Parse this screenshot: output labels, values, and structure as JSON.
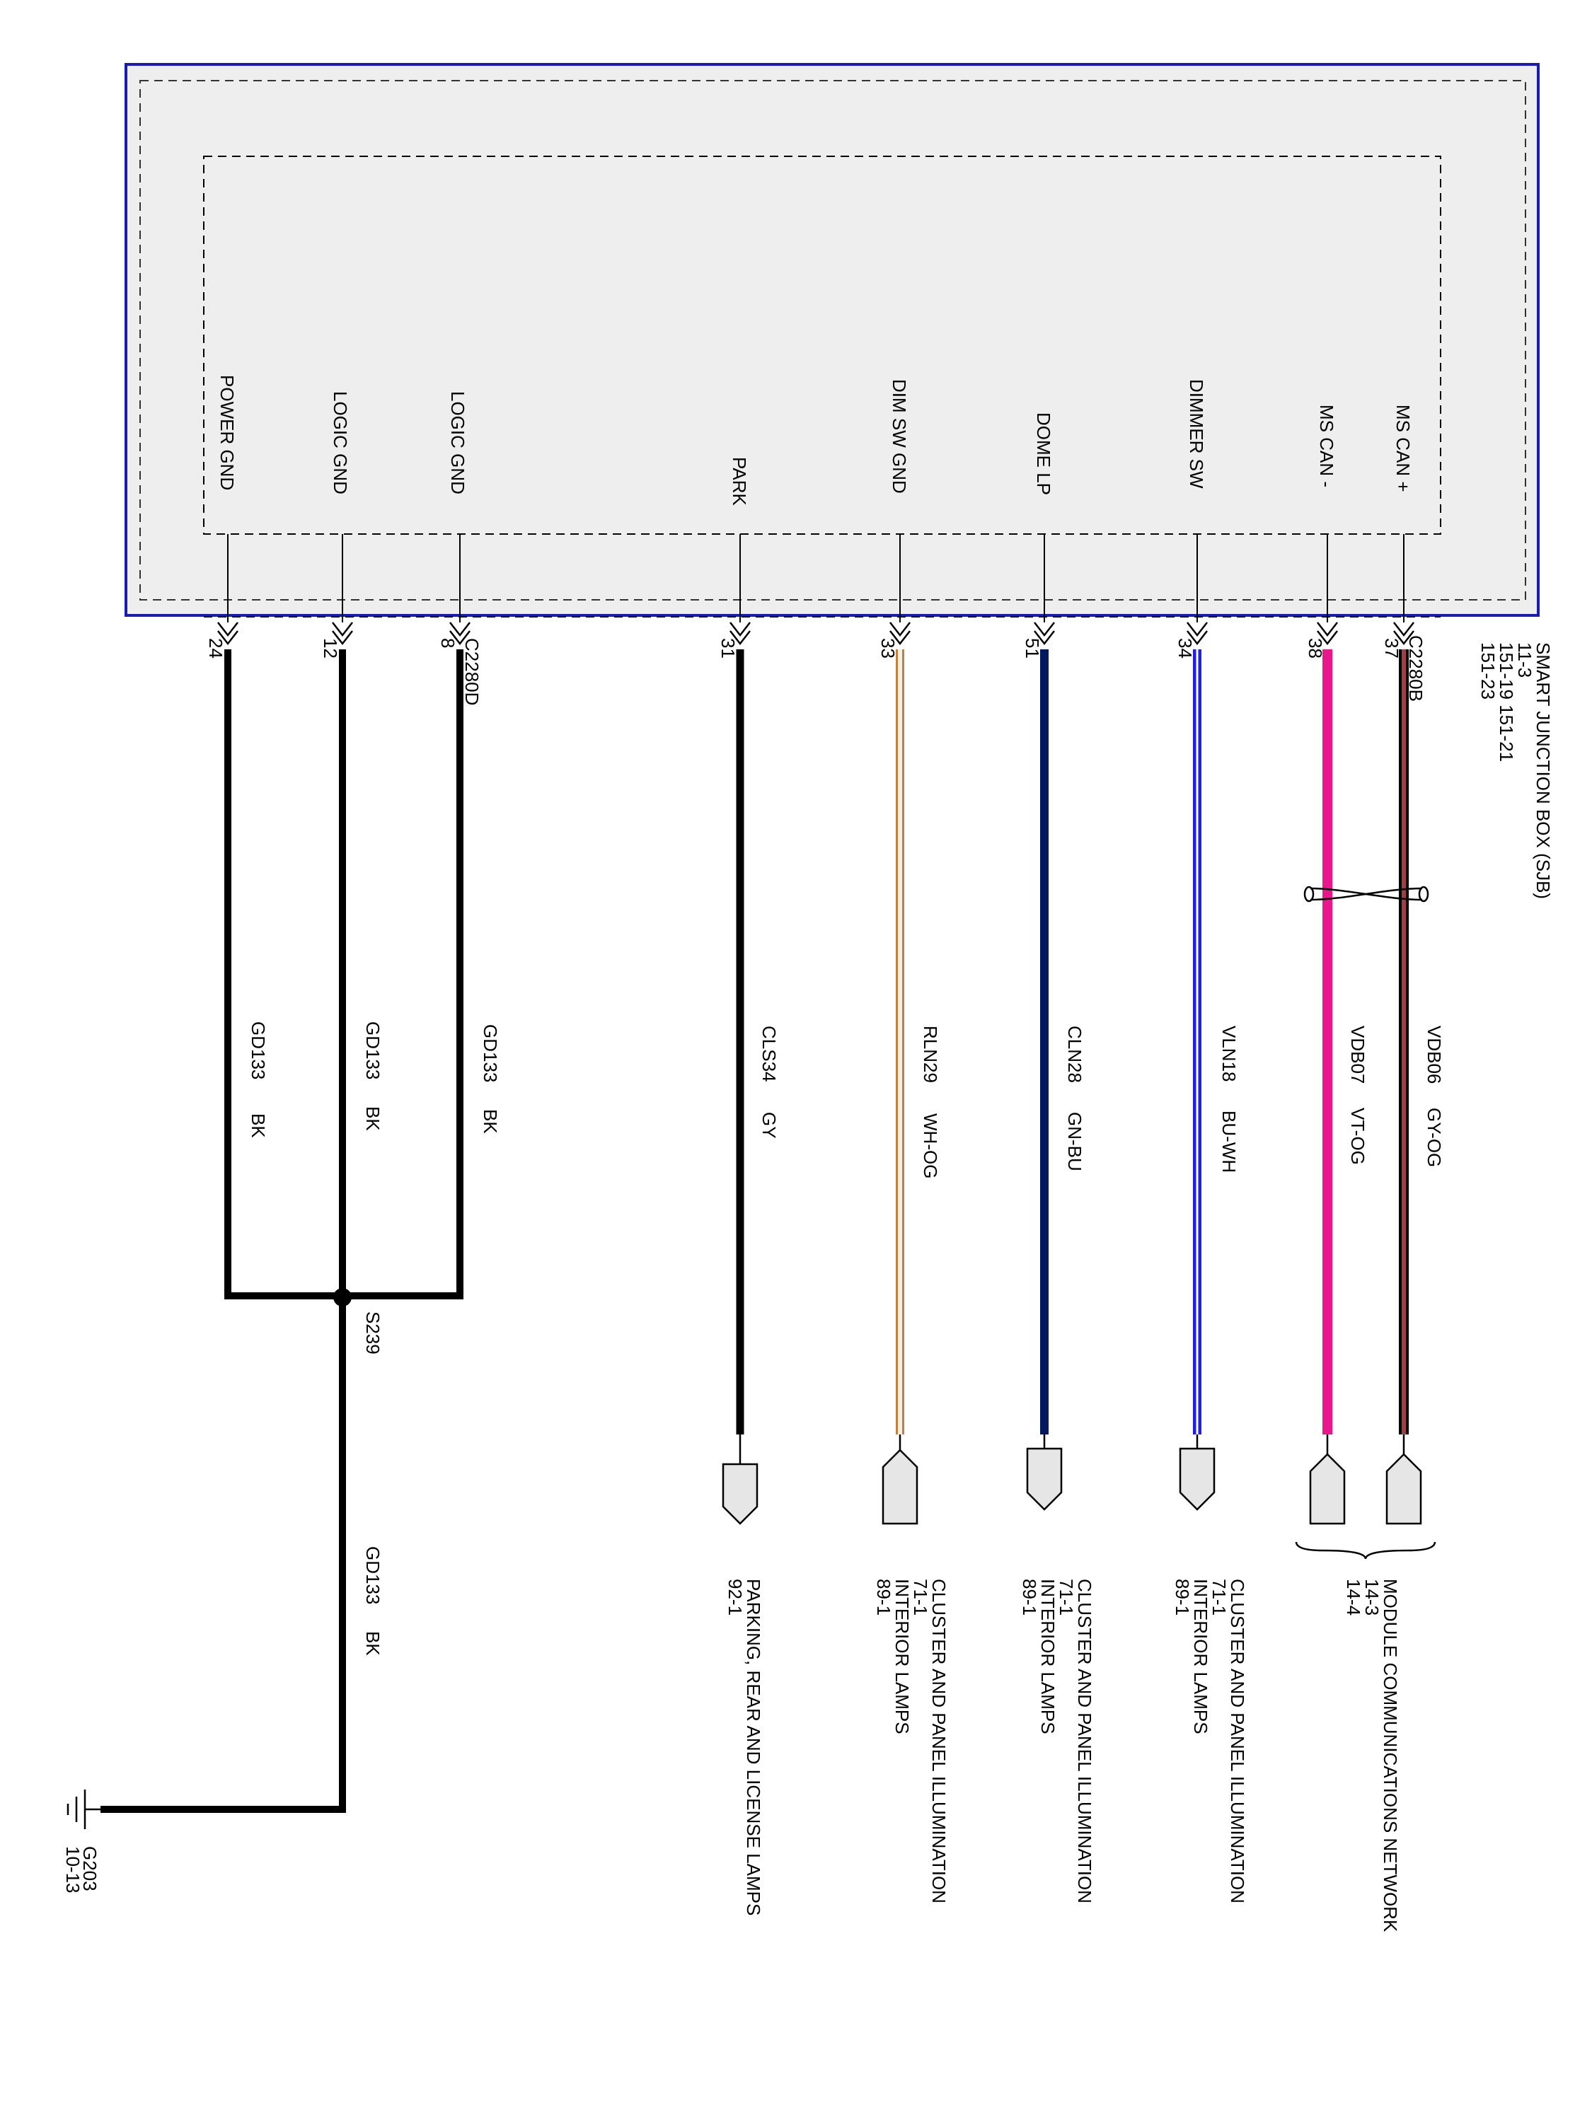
{
  "module": {
    "name": "SMART JUNCTION BOX (SJB)",
    "refs": [
      "11-3",
      "151-19  151-21",
      "151-23"
    ]
  },
  "connectors": {
    "left": "C2280D",
    "right": "C2280B"
  },
  "pins": [
    {
      "label": "POWER GND",
      "number": "24"
    },
    {
      "label": "LOGIC GND",
      "number": "12"
    },
    {
      "label": "LOGIC GND",
      "number": "8"
    },
    {
      "label": "PARK",
      "number": "31"
    },
    {
      "label": "DIM SW GND",
      "number": "33"
    },
    {
      "label": "DOME LP",
      "number": "51"
    },
    {
      "label": "DIMMER SW",
      "number": "34"
    },
    {
      "label": "MS CAN -",
      "number": "38"
    },
    {
      "label": "MS CAN +",
      "number": "37"
    }
  ],
  "wires": [
    {
      "circuit": "GD133",
      "color_code": "BK",
      "stroke": "#000000",
      "stripe": ""
    },
    {
      "circuit": "GD133",
      "color_code": "BK",
      "stroke": "#000000",
      "stripe": ""
    },
    {
      "circuit": "GD133",
      "color_code": "BK",
      "stroke": "#000000",
      "stripe": ""
    },
    {
      "circuit": "CLS34",
      "color_code": "GY",
      "stroke": "#000000",
      "stripe": ""
    },
    {
      "circuit": "RLN29",
      "color_code": "WH-OG",
      "stroke": "#f5f0e6",
      "stripe": "#c08040"
    },
    {
      "circuit": "CLN28",
      "color_code": "GN-BU",
      "stroke": "#001a60",
      "stripe": "#003c3c"
    },
    {
      "circuit": "VLN18",
      "color_code": "BU-WH",
      "stroke": "#2020e0",
      "stripe": "#ffffff"
    },
    {
      "circuit": "VDB07",
      "color_code": "VT-OG",
      "stroke": "#e8188c",
      "stripe": ""
    },
    {
      "circuit": "VDB06",
      "color_code": "GY-OG",
      "stroke": "#3a1010",
      "stripe": "#a04040"
    }
  ],
  "splice": {
    "name": "S239",
    "circuit": "GD133",
    "color_code": "BK"
  },
  "ground": {
    "name": "G203",
    "ref": "10-13"
  },
  "destinations": [
    {
      "title": "PARKING, REAR AND LICENSE LAMPS",
      "lines": [
        "92-1"
      ]
    },
    {
      "title": "CLUSTER AND PANEL ILLUMINATION",
      "lines": [
        "71-1",
        "INTERIOR LAMPS",
        "89-1"
      ]
    },
    {
      "title": "CLUSTER AND PANEL ILLUMINATION",
      "lines": [
        "71-1",
        "INTERIOR LAMPS",
        "89-1"
      ]
    },
    {
      "title": "CLUSTER AND PANEL ILLUMINATION",
      "lines": [
        "71-1",
        "INTERIOR LAMPS",
        "89-1"
      ]
    },
    {
      "title": "MODULE COMMUNICATIONS NETWORK",
      "lines": [
        "14-3",
        "14-4"
      ]
    }
  ],
  "colors": {
    "module_border": "#1a1ab4",
    "module_fill": "#eeeeee",
    "connector_fill": "#e6e6e6"
  }
}
